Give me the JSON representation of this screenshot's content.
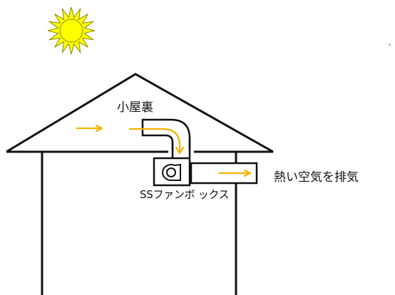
{
  "labels": {
    "attic": "小屋裏",
    "fan_box": "SSファンボ ックス",
    "exhaust": "熱い空気を排気",
    "corner_mark": "ˎ"
  },
  "colors": {
    "line": "#111111",
    "airflow_arrow": "#f3b400",
    "sun_fill": "#ffff00",
    "sun_stroke": "#888800",
    "duct_fill": "#ffffff",
    "background": "#ffffff"
  },
  "icons": {
    "sun": "sun-icon",
    "fan": "fan-icon"
  }
}
